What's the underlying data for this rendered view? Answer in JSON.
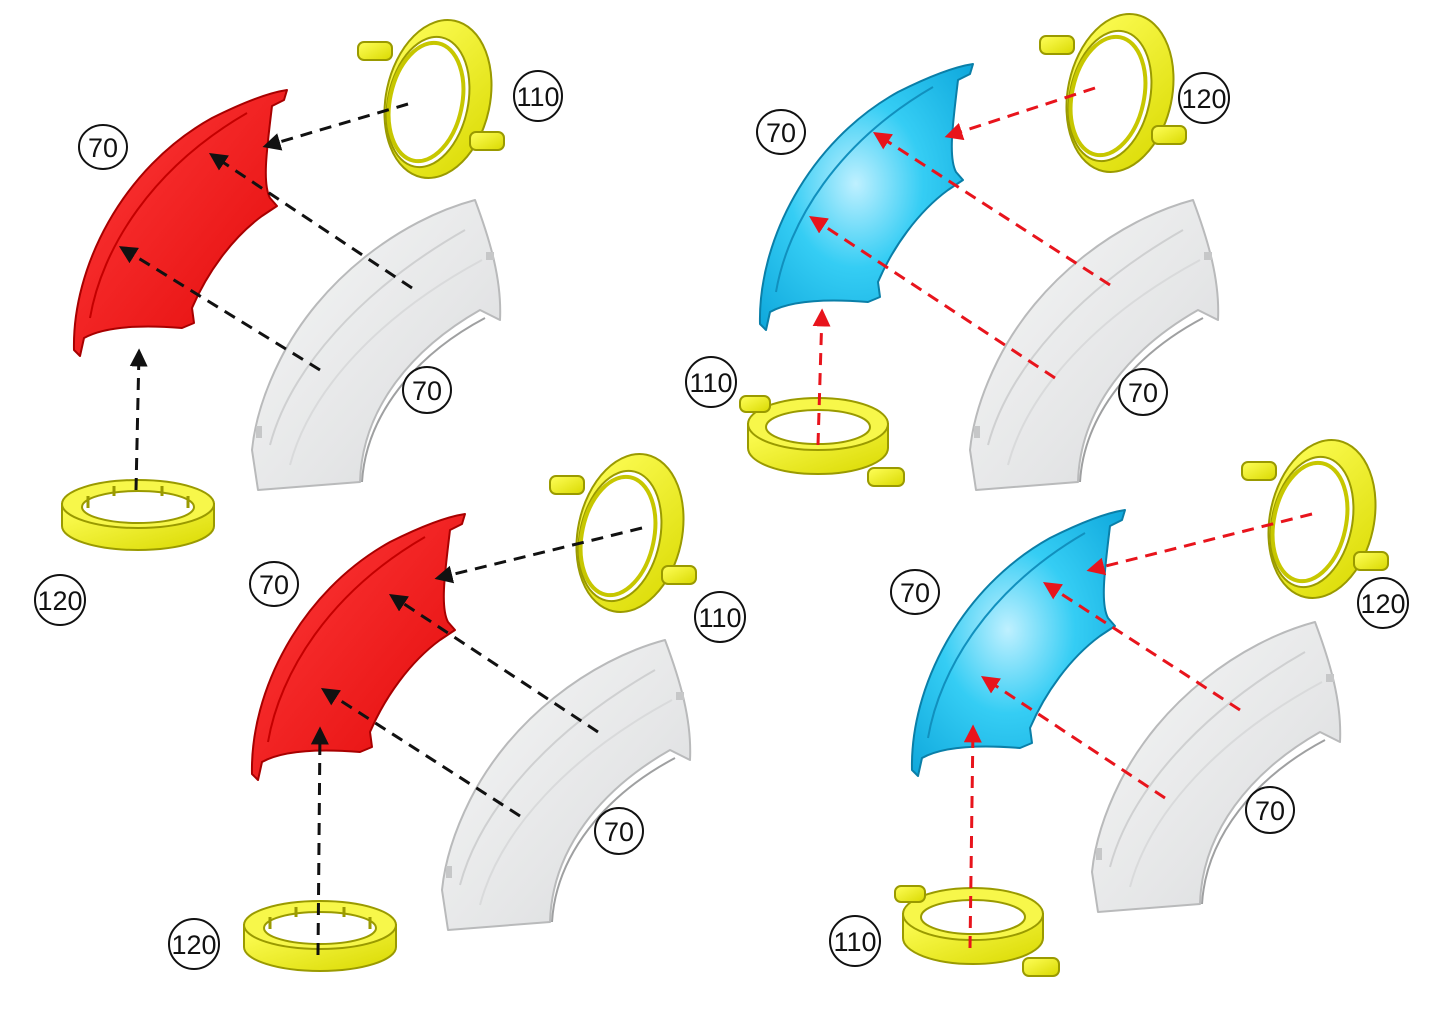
{
  "colors": {
    "section_red": "#ff1111",
    "section_blue": "#22c7f2",
    "elbow_white": "#eceded",
    "ring_yellow": "#f5f512",
    "arrow_black": "#111111",
    "arrow_red": "#e8141c"
  },
  "panels": [
    {
      "id": "top-left",
      "arrow_style": "black",
      "section_color": "red",
      "labels": {
        "section": "70",
        "elbow": "70",
        "side_ring": "110",
        "bottom_ring": "120"
      }
    },
    {
      "id": "top-right",
      "arrow_style": "red",
      "section_color": "blue",
      "labels": {
        "section": "70",
        "elbow": "70",
        "side_ring": "120",
        "bottom_ring": "110"
      }
    },
    {
      "id": "bottom-left",
      "arrow_style": "black",
      "section_color": "red",
      "labels": {
        "section": "70",
        "elbow": "70",
        "side_ring": "110",
        "bottom_ring": "120"
      }
    },
    {
      "id": "bottom-right",
      "arrow_style": "red",
      "section_color": "blue",
      "labels": {
        "section": "70",
        "elbow": "70",
        "side_ring": "120",
        "bottom_ring": "110"
      }
    }
  ]
}
